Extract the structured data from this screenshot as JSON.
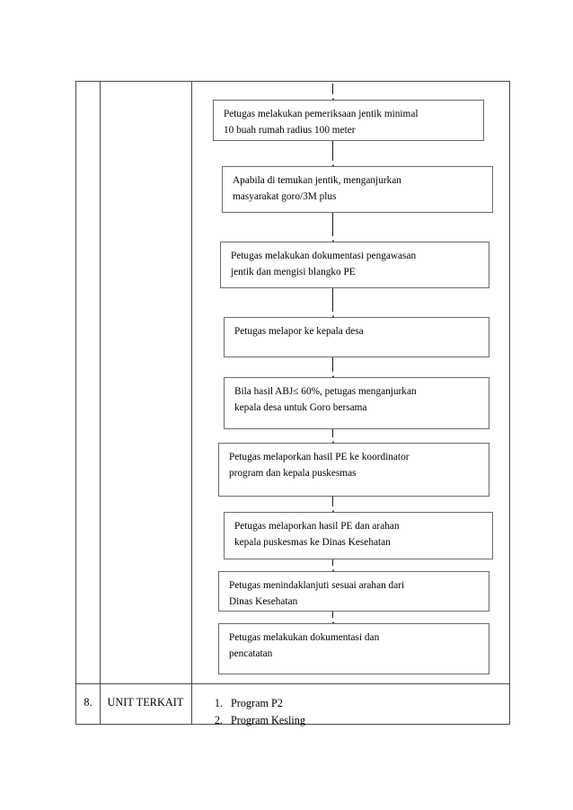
{
  "document": {
    "table": {
      "row": {
        "number": "8.",
        "title": "UNIT TERKAIT",
        "items": [
          "Program P2",
          "Program Kesling"
        ]
      }
    },
    "flowchart": {
      "type": "flowchart-vertical",
      "arrow_glyph": "down-arrow",
      "steps": [
        {
          "lines": [
            "Petugas melakukan pemeriksaan jentik minimal",
            "10 buah rumah radius 100 meter"
          ]
        },
        {
          "lines": [
            "Apabila di temukan jentik, menganjurkan",
            "masyarakat goro/3M plus"
          ]
        },
        {
          "lines": [
            "Petugas melakukan dokumentasi pengawasan",
            "jentik dan mengisi blangko PE"
          ]
        },
        {
          "lines": [
            "Petugas melapor ke kepala desa"
          ]
        },
        {
          "lines": [
            "Bila hasil ABJ≤ 60%, petugas menganjurkan",
            "kepala desa untuk Goro bersama"
          ]
        },
        {
          "lines": [
            "Petugas melaporkan hasil PE ke koordinator",
            "program dan kepala puskesmas"
          ]
        },
        {
          "lines": [
            "Petugas melaporkan hasil PE dan arahan",
            "kepala puskesmas ke Dinas Kesehatan"
          ]
        },
        {
          "lines": [
            "Petugas menindaklanjuti sesuai arahan dari",
            "Dinas Kesehatan"
          ]
        },
        {
          "lines": [
            "Petugas melakukan dokumentasi dan",
            "pencatatan"
          ]
        }
      ]
    },
    "colors": {
      "page_background": "#ffffff",
      "table_border": "#4a4a4a",
      "box_border": "#6b6b6b",
      "text": "#000000",
      "arrow": "#1a1a1a"
    }
  }
}
